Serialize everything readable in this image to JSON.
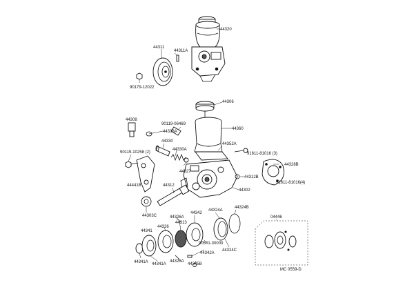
{
  "labels": {
    "p44320": "44320",
    "p44311": "44311",
    "p44311A": "44311A",
    "p90179": "90179-12022",
    "p44306": "44306",
    "p44308": "44308",
    "p90119_49": "90119-06469",
    "p44338A": "44338A",
    "p44330": "44330",
    "p44330A": "44330A",
    "p90119_58": "90119-10258 (2)",
    "p44327": "44327",
    "p44360": "44360",
    "p44352A": "44352A",
    "p91611": "91611-81016 (3)",
    "p44328B": "44328B",
    "p44312B": "44312B",
    "p91611b": "91611-81016(4)",
    "p44441B": "44441B",
    "p44312": "44312",
    "p44302": "44302",
    "p44303C": "44303C",
    "p44342": "44342",
    "p44324A": "44324A",
    "p44324B": "44324B",
    "p44326A": "44326A",
    "p44313": "44313",
    "p44341": "44341",
    "p44326": "44326",
    "p44341A_top": "44341A",
    "p44341A": "44341A",
    "p44326A_b": "44326A",
    "p44345B": "44345B",
    "p44342A": "44342A",
    "p90501": "90501-30000",
    "p44324C": "44324C",
    "p04446": "04446",
    "footer": "MC  0559-D"
  }
}
